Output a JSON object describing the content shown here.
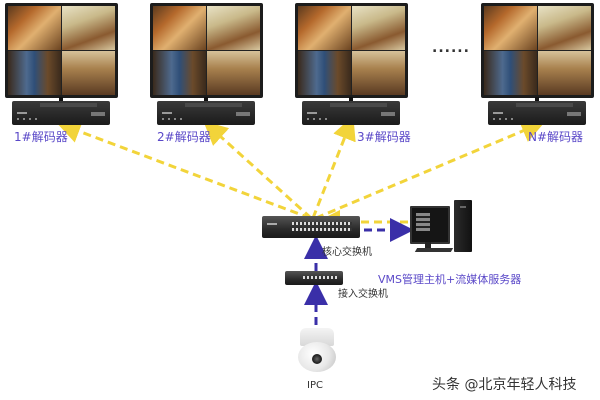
{
  "diagram": {
    "decoders": [
      {
        "label": "1#解码器"
      },
      {
        "label": "2#解码器"
      },
      {
        "label": "3#解码器"
      },
      {
        "label": "N#解码器"
      }
    ],
    "ellipsis": "......",
    "core_switch": {
      "label": "核心交换机"
    },
    "access_switch": {
      "label": "接入交换机"
    },
    "server": {
      "label": "VMS管理主机+流媒体服务器"
    },
    "camera": {
      "label": "IPC"
    },
    "colors": {
      "yellow_link": "#f2d43a",
      "blue_link": "#3a2fa8",
      "label_text": "#5a48c8"
    }
  },
  "watermark": "头条 @北京年轻人科技"
}
